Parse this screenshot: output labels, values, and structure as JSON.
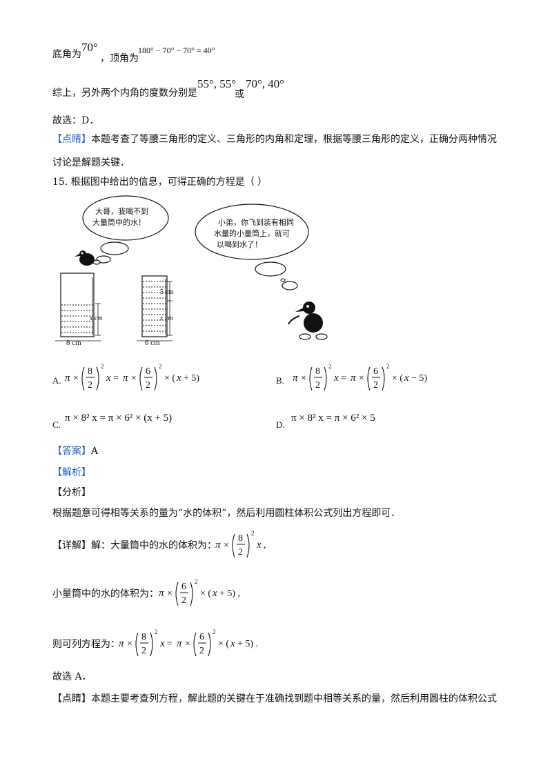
{
  "top": {
    "line1_prefix": "底角为",
    "line1_base_angle": "70°",
    "line1_mid": "，顶角为",
    "line1_expr": "180° − 70° − 70° = 40°",
    "line2_prefix": "综上，另外两个内角的度数分别是",
    "line2_set1": "55°, 55°",
    "line2_or": "或",
    "line2_set2": "70°, 40°",
    "line3": "故选：D．",
    "dianjing_tag": "【点睛】",
    "dianjing_text1": "本题考查了等腰三角形的定义、三角形的内角和定理，根据等腰三角形的定义，正确分两种情况",
    "dianjing_text2": "讨论是解题关键．"
  },
  "question": {
    "stem": "15. 根据图中给出的信息，可得正确的方程是（    ）",
    "bubble_left": [
      "大哥，我喝不到",
      "大量筒中的水！"
    ],
    "bubble_right": [
      "小弟，你飞到装有相同",
      "水量的小量筒上，就可",
      "以喝到水了！"
    ],
    "cyl_left_width": "8 cm",
    "cyl_left_height": "x cm",
    "cyl_right_width": "6 cm",
    "cyl_right_top": "5 cm",
    "cyl_right_height": "x cm"
  },
  "options": {
    "A": {
      "label": "A."
    },
    "B": {
      "label": "B."
    },
    "C": {
      "label": "C.",
      "expr": "π × 8² x = π × 6² × (x + 5)"
    },
    "D": {
      "label": "D.",
      "expr": "π × 8² x = π × 6² × 5"
    }
  },
  "answer": {
    "daan_tag": "【答案】",
    "daan_value": "A",
    "jiexi_tag": "【解析】",
    "fenxi_tag": "【分析】",
    "fenxi_text": "根据题意可得相等关系的量为“水的体积”，然后利用圆柱体积公式列出方程即可．",
    "xiangjie_tag": "【详解】",
    "xiangjie_text": "解：大量筒中的水的体积为：",
    "small_text": "小量筒中的水的体积为：",
    "eq_text": "则可列方程为：",
    "choose": "故选 A．",
    "dianjing_tag": "【点睛】",
    "dianjing_text": "本题主要考查列方程，解此题的关键在于准确找到题中相等关系的量，然后利用圆柱的体积公式"
  },
  "colors": {
    "bracket": "#1f5fbf",
    "text": "#111111"
  }
}
